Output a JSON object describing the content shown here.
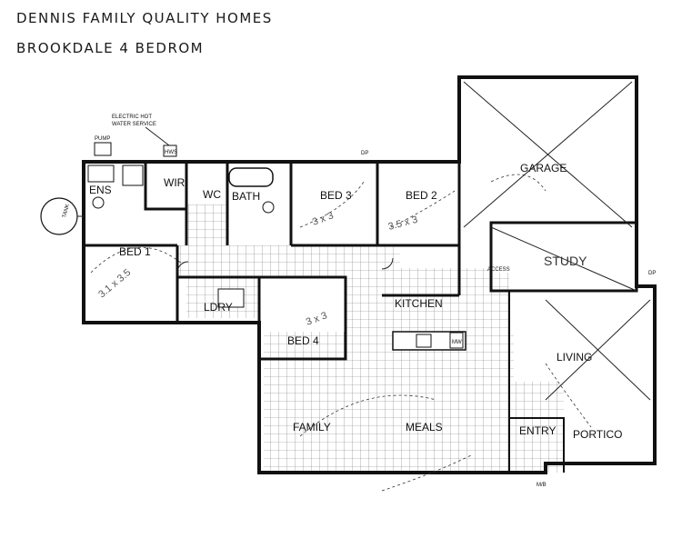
{
  "title": {
    "line1": "DENNIS FAMILY QUALITY HOMES",
    "line2": "BROOKDALE 4 BEDROM"
  },
  "rooms": {
    "ens": "ENS",
    "wir": "WIR",
    "wc": "WC",
    "bath": "BATH",
    "bed1": "BED 1",
    "bed2": "BED 2",
    "bed3": "BED 3",
    "bed4": "BED 4",
    "ldry": "LDRY",
    "kitchen": "KITCHEN",
    "garage": "GARAGE",
    "study": "STUDY",
    "living": "LIVING",
    "family": "FAMILY",
    "meals": "MEALS",
    "entry": "ENTRY",
    "portico": "PORTICO"
  },
  "annotations": {
    "electric_hws": [
      "ELECTRIC HOT",
      "WATER SERVICE"
    ],
    "pump": "PUMP",
    "hws": "HWS",
    "tank": "TANK",
    "dp": "DP",
    "access": "ACCESS",
    "mw": "MW",
    "mb": "M/B"
  },
  "pencil_notes": {
    "bed1": "3.1 x 3.5",
    "bed3": "3 x 3",
    "bed2": "3.5 x 3",
    "bed4": "3 x 3"
  }
}
